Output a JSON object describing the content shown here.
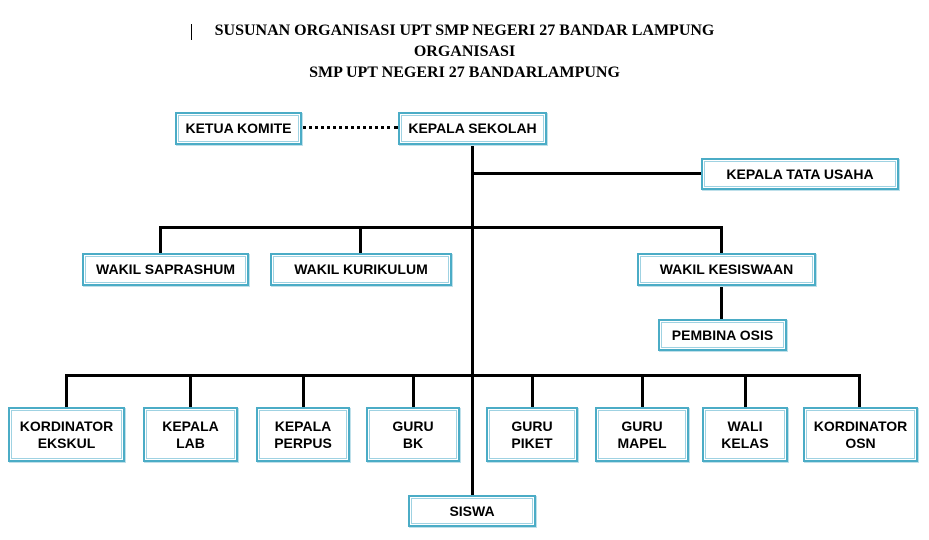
{
  "title": {
    "line1": "SUSUNAN ORGANISASI UPT SMP NEGERI 27 BANDAR LAMPUNG",
    "line2": "ORGANISASI",
    "line3": "SMP UPT NEGERI 27 BANDARLAMPUNG"
  },
  "nodes": {
    "ketua_komite": "KETUA KOMITE",
    "kepala_sekolah": "KEPALA SEKOLAH",
    "kepala_tata_usaha": "KEPALA TATA USAHA",
    "wakil_saprashum": "WAKIL SAPRASHUM",
    "wakil_kurikulum": "WAKIL KURIKULUM",
    "wakil_kesiswaan": "WAKIL KESISWAAN",
    "pembina_osis": "PEMBINA OSIS",
    "kordinator_ekskul": "KORDINATOR\nEKSKUL",
    "kepala_lab": "KEPALA\nLAB",
    "kepala_perpus": "KEPALA\nPERPUS",
    "guru_bk": "GURU\nBK",
    "guru_piket": "GURU\nPIKET",
    "guru_mapel": "GURU\nMAPEL",
    "wali_kelas": "WALI\nKELAS",
    "kordinator_osn": "KORDINATOR\nOSN",
    "siswa": "SISWA"
  },
  "colors": {
    "box_border": "#4bacc6",
    "connector": "#000000",
    "background": "#ffffff"
  }
}
